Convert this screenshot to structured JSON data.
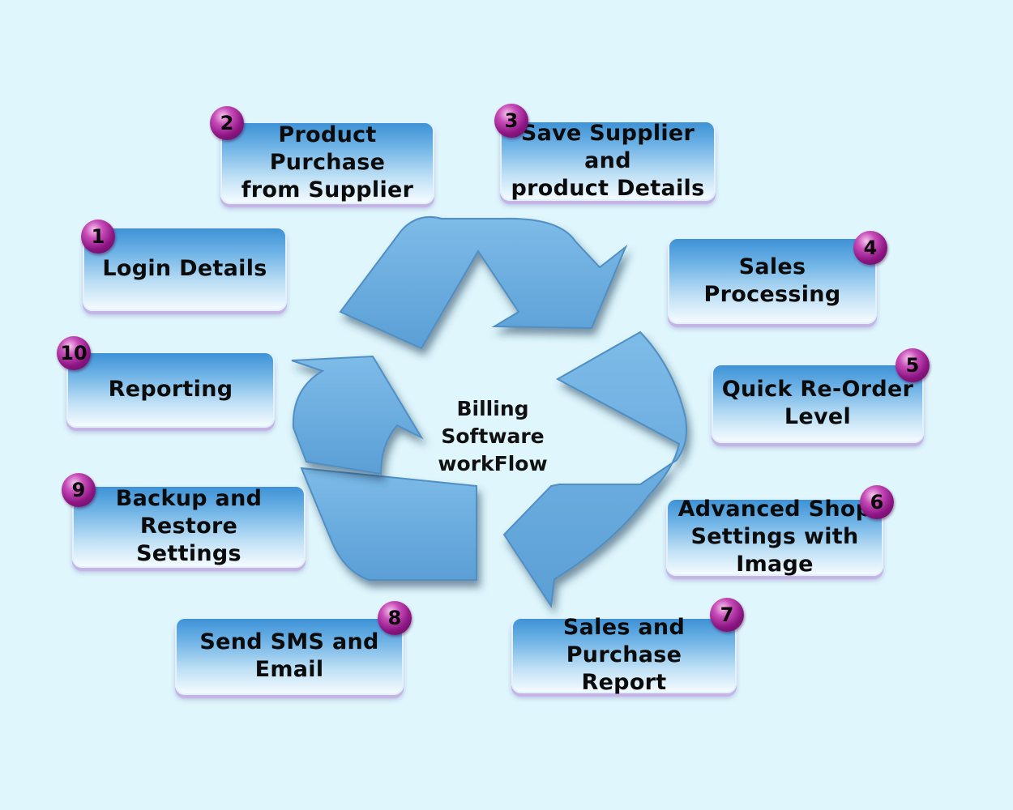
{
  "title": "Billing Software\nworkFlow",
  "stray_digit": "9",
  "colors": {
    "background": "#dff6fc",
    "arrow": "#6aaee0",
    "box_top": "#3d92d6",
    "badge": "#8c1583"
  },
  "steps": [
    {
      "number": "1",
      "label": "Login Details"
    },
    {
      "number": "2",
      "label": "Product Purchase\nfrom Supplier"
    },
    {
      "number": "3",
      "label": "Save Supplier and\nproduct Details"
    },
    {
      "number": "4",
      "label": "Sales Processing"
    },
    {
      "number": "5",
      "label": "Quick Re-Order\nLevel"
    },
    {
      "number": "6",
      "label": "Advanced Shop\nSettings with Image"
    },
    {
      "number": "7",
      "label": "Sales and Purchase\nReport"
    },
    {
      "number": "8",
      "label": "Send SMS and\nEmail"
    },
    {
      "number": "9",
      "label": "Backup and Restore\nSettings"
    },
    {
      "number": "10",
      "label": "Reporting"
    }
  ]
}
